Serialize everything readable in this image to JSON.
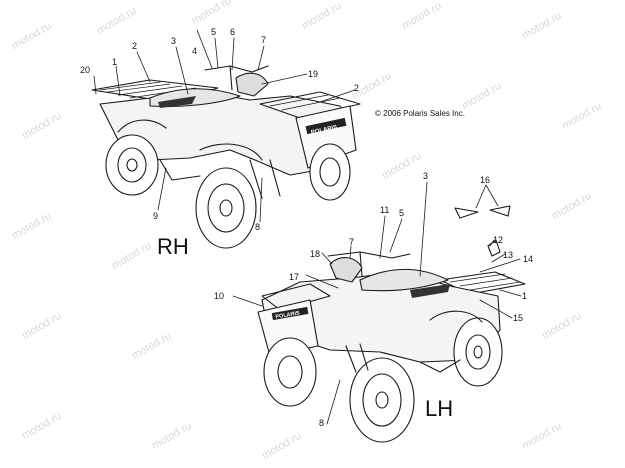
{
  "copyright": "© 2006 Polaris Sales Inc.",
  "views": {
    "right": "RH",
    "left": "LH"
  },
  "watermark": "motod.ru",
  "brand_decal": "POLARIS",
  "callouts": {
    "rh": [
      "20",
      "1",
      "2",
      "3",
      "4",
      "5",
      "6",
      "7",
      "19",
      "2",
      "9",
      "8"
    ],
    "lh": [
      "3",
      "16",
      "11",
      "5",
      "7",
      "18",
      "12",
      "13",
      "14",
      "17",
      "10",
      "1",
      "15",
      "8"
    ]
  }
}
